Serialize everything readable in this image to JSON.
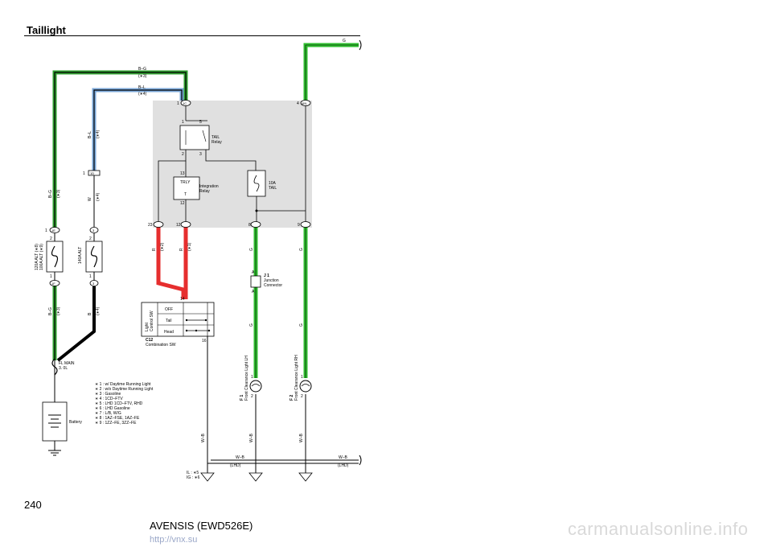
{
  "page": {
    "title": "Taillight",
    "page_number": "240",
    "model": "AVENSIS (EWD526E)",
    "watermark": "carmanualsonline.info",
    "watermark_url": "http://vnx.su"
  },
  "colors": {
    "wire_green": "#2fbf2f",
    "wire_red": "#e62e2e",
    "wire_black": "#000000",
    "wire_blue": "#7aa7d8",
    "shade": "#e0e0e0"
  },
  "wires": {
    "g_top": "G",
    "bg": "B–G",
    "bg_note": "(∗3)",
    "bl": "B–L",
    "bl_note": "(∗4)",
    "w": "W",
    "w_note": "(∗4)",
    "b": "B",
    "b_note": "(∗4)",
    "r": "R",
    "r_note1": "(∗2)",
    "r_note2": "(∗1)",
    "g": "G",
    "wb": "W–B",
    "lhd": "(LHD)"
  },
  "connectors": {
    "1C": "1C",
    "1D": "1D",
    "1E": "1E",
    "1F": "1F",
    "4IN": "4IN",
    "23": "23",
    "12": "12",
    "8": "8",
    "9": "9",
    "3a": "3",
    "3b": "3",
    "pin1": "1",
    "pin4": "4",
    "pin5": "5",
    "pin2": "2",
    "pin3": "3",
    "pin13": "13",
    "pin12": "12",
    "pin23": "23",
    "pin8": "8",
    "pin9": "9",
    "pin14": "14",
    "pin16": "16",
    "pinA": "A",
    "pinA2": "A",
    "pin1b": "1",
    "pin2b": "2",
    "pin1c": "1",
    "pin2c": "2",
    "pin1d": "1",
    "pin2d": "2",
    "pin1e": "1"
  },
  "components": {
    "tail_relay": "TAIL\nRelay",
    "tail_relay_l1": "TAIL",
    "tail_relay_l2": "Relay",
    "trly": "TRLY",
    "t": "T",
    "integration_relay_l1": "Integration",
    "integration_relay_l2": "Relay",
    "fuse_10a_l1": "10A",
    "fuse_10a_l2": "TAIL",
    "alt_fuse_l1": "120A ALT (∗8)",
    "alt_fuse_l2": "100A ALT (∗9)",
    "alt_fuse_140": "140A ALT",
    "j1_code": "J 1",
    "j1_l1": "Junction",
    "j1_l2": "Connector",
    "fl_main_l1": "FL MAIN",
    "fl_main_l2": "3. 0L",
    "battery": "Battery",
    "light_control_sw_l1": "Light",
    "light_control_sw_l2": "Control SW",
    "off": "OFF",
    "tail": "Tail",
    "head": "Head",
    "c12": "C12",
    "combination_sw": "Combination SW",
    "f1": "F 1",
    "f1_name": "Front Clearance Light LH",
    "f2": "F 2",
    "f2_name": "Front Clearance Light RH",
    "ground_note1": "IL : ∗5",
    "ground_note2": "IG : ∗6"
  },
  "notes": [
    "∗ 1 : w/ Daytime Running Light",
    "∗ 2 : w/o Daytime Running Light",
    "∗ 3 : Gasoline",
    "∗ 4 : 1CD–FTV",
    "∗ 5 : LHD 1CD–FTV, RHD",
    "∗ 6 : LHD Gasoline",
    "∗ 7 : L/B, W/G",
    "∗ 8 : 1AZ–FSE, 1AZ–FE",
    "∗ 9 : 1ZZ–FE, 3ZZ–FE"
  ]
}
